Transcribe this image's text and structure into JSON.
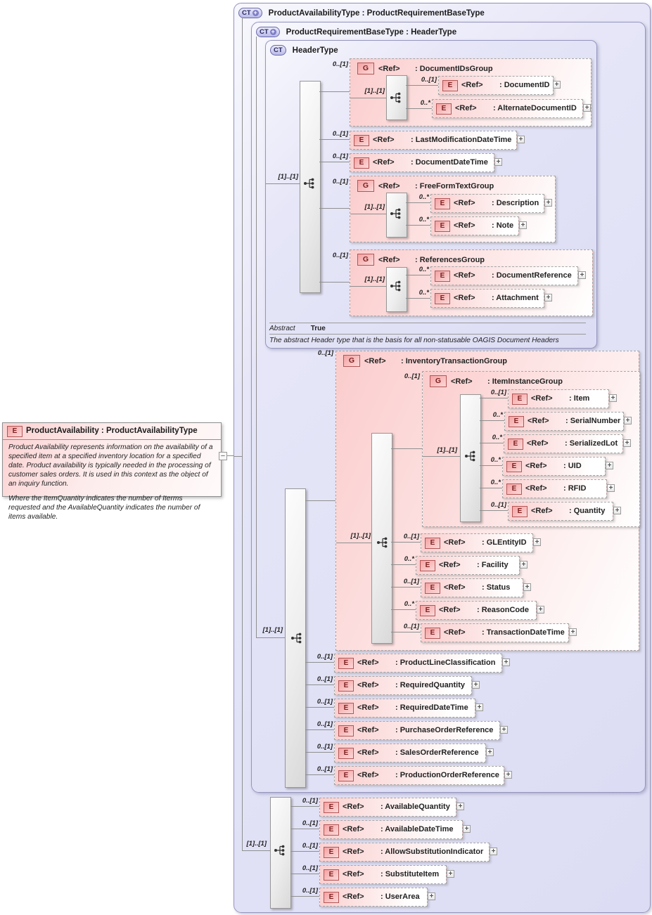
{
  "labels": {
    "ct_badge": "CT",
    "e_badge": "E",
    "g_badge": "G",
    "ref": "<Ref>",
    "card_optional": "0..[1]",
    "card_many": "0..*",
    "card_required": "[1]..[1]",
    "expand": "+",
    "collapse": "−",
    "derived_plus": "+"
  },
  "left_panel": {
    "title": "ProductAvailability : ProductAvailabilityType",
    "paragraph1": "Product Availability represents information on the availability of a specified item at a specified inventory location for a specified date.  Product availability is typically needed in the processing of customer sales orders. It is used in this context as the object of an inquiry function.",
    "paragraph2": "Where the ItemQuantity indicates the number of Iterms requested and the AvailableQuantity indicates the number of items available."
  },
  "types": {
    "outer": "ProductAvailabilityType : ProductRequirementBaseType",
    "base": "ProductRequirementBaseType : HeaderType",
    "header": "HeaderType"
  },
  "header_meta": {
    "abstract_label": "Abstract",
    "abstract_value": "True",
    "note": "The abstract Header type that is the basis for all non-statusable OAGIS Document Headers"
  },
  "elements": {
    "document_ids_group": ": DocumentIDsGroup",
    "document_id": ": DocumentID",
    "alternate_document_id": ": AlternateDocumentID",
    "last_modification_date_time": ": LastModificationDateTime",
    "document_date_time": ": DocumentDateTime",
    "free_form_text_group": ": FreeFormTextGroup",
    "description": ": Description",
    "note": ": Note",
    "references_group": ": ReferencesGroup",
    "document_reference": ": DocumentReference",
    "attachment": ": Attachment",
    "inventory_transaction_group": ": InventoryTransactionGroup",
    "item_instance_group": ": ItemInstanceGroup",
    "item": ": Item",
    "serial_number": ": SerialNumber",
    "serialized_lot": ": SerializedLot",
    "uid": ": UID",
    "rfid": ": RFID",
    "quantity": ": Quantity",
    "gl_entity_id": ": GLEntityID",
    "facility": ": Facility",
    "status": ": Status",
    "reason_code": ": ReasonCode",
    "transaction_date_time": ": TransactionDateTime",
    "product_line_classification": ": ProductLineClassification",
    "required_quantity": ": RequiredQuantity",
    "required_date_time": ": RequiredDateTime",
    "purchase_order_reference": ": PurchaseOrderReference",
    "sales_order_reference": ": SalesOrderReference",
    "production_order_reference": ": ProductionOrderReference",
    "available_quantity": ": AvailableQuantity",
    "available_date_time": ": AvailableDateTime",
    "allow_substitution_indicator": ": AllowSubstitutionIndicator",
    "substitute_item": ": SubstituteItem",
    "user_area": ": UserArea"
  },
  "colors": {
    "type_box_fill": "#e2e2f6",
    "type_box_border": "#9595c0",
    "element_pink": "#fbd0d0",
    "badge_border_red": "#b25555",
    "dashed_border": "#a6a6a6",
    "sequence_bar_fill": "#ececec",
    "connector_line": "#8f8f8f"
  }
}
